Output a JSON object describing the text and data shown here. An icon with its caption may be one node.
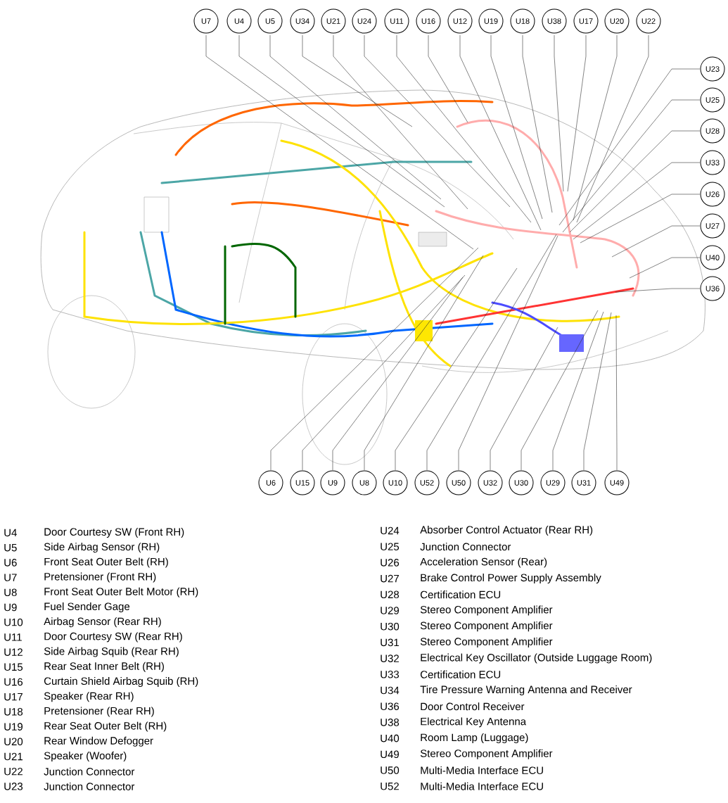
{
  "diagram": {
    "nodes": [
      {
        "text": [
          "U7"
        ]
      },
      {
        "text": [
          "U4"
        ]
      },
      {
        "text": [
          "U5"
        ]
      },
      {
        "text": [
          "U34"
        ]
      },
      {
        "text": [
          "U21"
        ]
      },
      {
        "text": [
          "U24"
        ]
      },
      {
        "text": [
          "U11"
        ]
      },
      {
        "text": [
          "U16"
        ]
      },
      {
        "text": [
          "U12"
        ]
      },
      {
        "text": [
          "U19"
        ]
      },
      {
        "text": [
          "U18"
        ]
      },
      {
        "text": [
          "U38"
        ]
      },
      {
        "text": [
          "U17"
        ]
      },
      {
        "text": [
          "U20"
        ]
      },
      {
        "text": [
          "U22"
        ]
      },
      {
        "text": [
          "U23"
        ]
      },
      {
        "text": [
          "U25"
        ]
      },
      {
        "text": [
          "U28"
        ]
      },
      {
        "text": [
          "U33"
        ]
      },
      {
        "text": [
          "U26"
        ]
      },
      {
        "text": [
          "U27"
        ]
      },
      {
        "text": [
          "U40"
        ]
      },
      {
        "text": [
          "U36"
        ]
      },
      {
        "text": [
          "U6"
        ]
      },
      {
        "text": [
          "U15"
        ]
      },
      {
        "text": [
          "U9"
        ]
      },
      {
        "text": [
          "U8"
        ]
      },
      {
        "text": [
          "U10"
        ]
      },
      {
        "text": [
          "U52"
        ]
      },
      {
        "text": [
          "U50"
        ]
      },
      {
        "text": [
          "U32"
        ]
      },
      {
        "text": [
          "U30"
        ]
      },
      {
        "text": [
          "U29"
        ]
      },
      {
        "text": [
          "U31"
        ]
      },
      {
        "text": [
          "U49"
        ]
      }
    ],
    "edges": [
      {
        "from": 0,
        "to": null,
        "arrow": "none"
      },
      {
        "from": 1,
        "to": null,
        "arrow": "none"
      },
      {
        "from": 2,
        "to": null,
        "arrow": "none"
      },
      {
        "from": 3,
        "to": null,
        "arrow": "none"
      },
      {
        "from": 4,
        "to": null,
        "arrow": "none"
      },
      {
        "from": 5,
        "to": null,
        "arrow": "none"
      },
      {
        "from": 6,
        "to": null,
        "arrow": "none"
      },
      {
        "from": 7,
        "to": null,
        "arrow": "none"
      },
      {
        "from": 8,
        "to": null,
        "arrow": "none"
      },
      {
        "from": 9,
        "to": null,
        "arrow": "none"
      },
      {
        "from": 10,
        "to": null,
        "arrow": "none"
      },
      {
        "from": 11,
        "to": null,
        "arrow": "none"
      },
      {
        "from": 12,
        "to": null,
        "arrow": "none"
      },
      {
        "from": 13,
        "to": null,
        "arrow": "none"
      },
      {
        "from": 14,
        "to": null,
        "arrow": "none"
      },
      {
        "from": 15,
        "to": null,
        "arrow": "none"
      },
      {
        "from": 16,
        "to": null,
        "arrow": "none"
      },
      {
        "from": 17,
        "to": null,
        "arrow": "none"
      },
      {
        "from": 18,
        "to": null,
        "arrow": "none"
      },
      {
        "from": 19,
        "to": null,
        "arrow": "none"
      },
      {
        "from": 20,
        "to": null,
        "arrow": "none"
      },
      {
        "from": 21,
        "to": null,
        "arrow": "none"
      },
      {
        "from": 22,
        "to": null,
        "arrow": "none"
      },
      {
        "from": 23,
        "to": null,
        "arrow": "none"
      },
      {
        "from": 24,
        "to": null,
        "arrow": "none"
      },
      {
        "from": 25,
        "to": null,
        "arrow": "none"
      },
      {
        "from": 26,
        "to": null,
        "arrow": "none"
      },
      {
        "from": 27,
        "to": null,
        "arrow": "none"
      },
      {
        "from": 28,
        "to": null,
        "arrow": "none"
      },
      {
        "from": 29,
        "to": null,
        "arrow": "none"
      },
      {
        "from": 30,
        "to": null,
        "arrow": "none"
      },
      {
        "from": 31,
        "to": null,
        "arrow": "none"
      },
      {
        "from": 32,
        "to": null,
        "arrow": "none"
      },
      {
        "from": 33,
        "to": null,
        "arrow": "none"
      },
      {
        "from": 34,
        "to": null,
        "arrow": "none"
      }
    ],
    "labels": [
      "U4",
      "Door Courtesy SW (Front RH)",
      "U5",
      "Side Airbag Sensor (RH)",
      "U6",
      "Front Seat Outer Belt (RH)",
      "U7",
      "Pretensioner (Front RH)",
      "U8",
      "Front Seat Outer Belt Motor (RH)",
      "U9",
      "Fuel Sender Gage",
      "U10",
      "Airbag Sensor (Rear RH)",
      "U11",
      "Door Courtesy SW (Rear RH)",
      "U12",
      "Side Airbag Squib (Rear RH)",
      "U15",
      "Rear Seat Inner Belt (RH)",
      "U16",
      "Curtain Shield Airbag Squib (RH)",
      "U17",
      "Speaker (Rear RH)",
      "U18",
      "Pretensioner (Rear RH)",
      "U19",
      "Rear Seat Outer Belt (RH)",
      "U20",
      "Rear Window Defogger",
      "U21",
      "Speaker (Woofer)",
      "U22",
      "Junction Connector",
      "U23",
      "Junction Connector",
      "U24",
      "Absorber Control Actuator (Rear RH)",
      "U25",
      "Junction Connector",
      "U26",
      "Acceleration Sensor (Rear)",
      "U27",
      "Brake Control Power Supply Assembly",
      "U28",
      "Certification ECU",
      "U29",
      "Stereo Component Amplifier",
      "U30",
      "Stereo Component Amplifier",
      "U31",
      "Stereo Component Amplifier",
      "U32",
      "Electrical Key Oscillator (Outside Luggage Room)",
      "U33",
      "Certification ECU",
      "U34",
      "Tire Pressure Warning Antenna and Receiver",
      "U36",
      "Door Control Receiver",
      "U38",
      "Electrical Key Antenna",
      "U40",
      "Room Lamp (Luggage)",
      "U49",
      "Stereo Component Amplifier",
      "U50",
      "Multi-Media Interface ECU",
      "U52",
      "Multi-Media Interface ECU"
    ]
  }
}
